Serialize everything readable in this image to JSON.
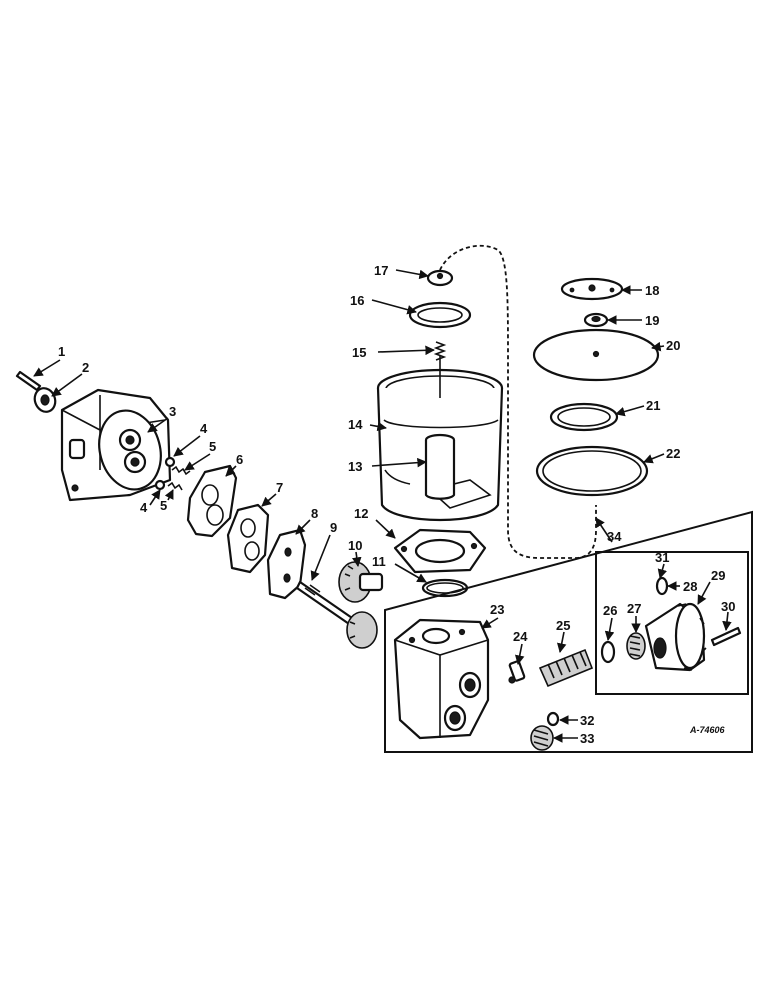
{
  "drawing_ref": "A-74606",
  "callouts": [
    "1",
    "2",
    "3",
    "4",
    "5",
    "6",
    "7",
    "8",
    "9",
    "10",
    "11",
    "12",
    "13",
    "14",
    "15",
    "16",
    "17",
    "18",
    "19",
    "20",
    "21",
    "22",
    "23",
    "24",
    "25",
    "26",
    "27",
    "28",
    "29",
    "30",
    "31",
    "32",
    "33",
    "34"
  ],
  "callout_4b": "4",
  "callout_5b": "5"
}
